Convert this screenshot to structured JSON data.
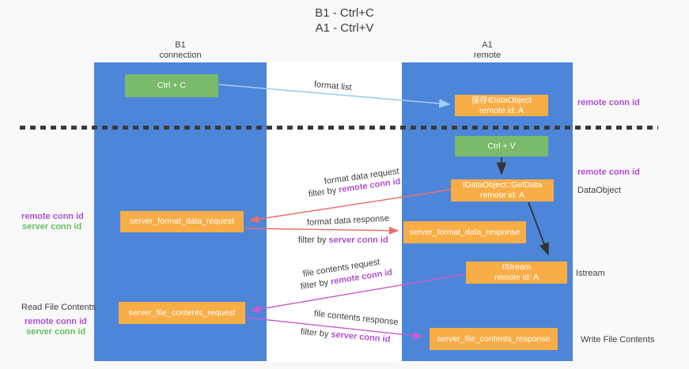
{
  "title": {
    "line1": "B1 - Ctrl+C",
    "line2": "A1 - Ctrl+V"
  },
  "lanes": {
    "left": {
      "title": "B1",
      "subtitle": "connection"
    },
    "right": {
      "title": "A1",
      "subtitle": "remote"
    }
  },
  "nodes": {
    "ctrl_c": {
      "label": "Ctrl + C"
    },
    "save_idataobject": {
      "label": "保存IDataObject\nremote id: A"
    },
    "ctrl_v": {
      "label": "Ctrl + V"
    },
    "getdata": {
      "label": "IDataObject::GetData\nremote id: A"
    },
    "format_request": {
      "label": "server_format_data_request"
    },
    "format_response": {
      "label": "server_format_data_response"
    },
    "istream": {
      "label": "IStream\nremote id: A"
    },
    "file_request": {
      "label": "server_file_contents_request"
    },
    "file_response": {
      "label": "server_file_contents_response"
    }
  },
  "edges": {
    "format_list": {
      "label": "format list"
    },
    "format_data_request": {
      "label": "format data request",
      "filter_prefix": "filter by ",
      "filter_key": "remote conn id"
    },
    "format_data_response": {
      "label": "format data response",
      "filter_prefix": "filter by ",
      "filter_key": "server conn id"
    },
    "file_contents_request": {
      "label": "file contents request",
      "filter_prefix": "filter by ",
      "filter_key": "remote conn id"
    },
    "file_contents_response": {
      "label": "file contents response",
      "filter_prefix": "filter by ",
      "filter_key": "server conn id"
    }
  },
  "annotations": {
    "right_top_remote_conn_id": "remote conn id",
    "right_mid_remote_conn_id": "remote conn id",
    "dataobject": "DataObject",
    "istream": "Istream",
    "write_file_contents": "Write File Contents",
    "left_remote_conn_id_1": "remote conn id",
    "left_server_conn_id_1": "server conn id",
    "read_file_contents": "Read File Contents",
    "left_remote_conn_id_2": "remote conn id",
    "left_server_conn_id_2": "server conn id"
  },
  "colors": {
    "lane_fill": "#4d86d9",
    "green_box": "#79bb68",
    "orange_box": "#f8ad46",
    "purple_label": "#b14fd0",
    "green_label": "#69be64",
    "salmon_arrow": "#eb6e69",
    "magenta_arrow": "#c85acd",
    "blue_arrow": "#a0cdf0",
    "black_arrow": "#333333",
    "dark_text": "#3f3f3f"
  }
}
